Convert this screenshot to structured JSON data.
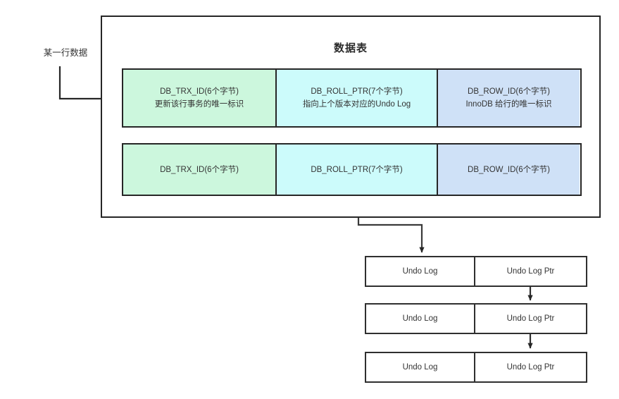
{
  "diagram": {
    "title": "数据表",
    "left_annotation": "某一行数据",
    "table": {
      "columns": [
        "DB_TRX_ID",
        "DB_ROLL_PTR",
        "DB_ROW_ID"
      ],
      "rows": [
        {
          "cells": [
            {
              "name": "DB_TRX_ID(6个字节)",
              "desc": "更新该行事务的唯一标识",
              "color": "#ccf7dd"
            },
            {
              "name": "DB_ROLL_PTR(7个字节)",
              "desc": "指向上个版本对应的Undo Log",
              "color": "#ccfbfb"
            },
            {
              "name": "DB_ROW_ID(6个字节)",
              "desc": "InnoDB 给行的唯一标识",
              "color": "#cfe1f7"
            }
          ]
        },
        {
          "cells": [
            {
              "name": "DB_TRX_ID(6个字节)",
              "desc": "",
              "color": "#ccf7dd"
            },
            {
              "name": "DB_ROLL_PTR(7个字节)",
              "desc": "",
              "color": "#ccfbfb"
            },
            {
              "name": "DB_ROW_ID(6个字节)",
              "desc": "",
              "color": "#cfe1f7"
            }
          ]
        }
      ]
    },
    "undo_chain": [
      {
        "log_label": "Undo Log",
        "ptr_label": "Undo Log Ptr"
      },
      {
        "log_label": "Undo Log",
        "ptr_label": "Undo Log Ptr"
      },
      {
        "log_label": "Undo Log",
        "ptr_label": "Undo Log Ptr"
      }
    ],
    "colors": {
      "trx_fill": "#ccf7dd",
      "roll_fill": "#ccfbfb",
      "row_fill": "#cfe1f7",
      "stroke": "#262626",
      "text": "#333333",
      "background": "#ffffff"
    }
  }
}
